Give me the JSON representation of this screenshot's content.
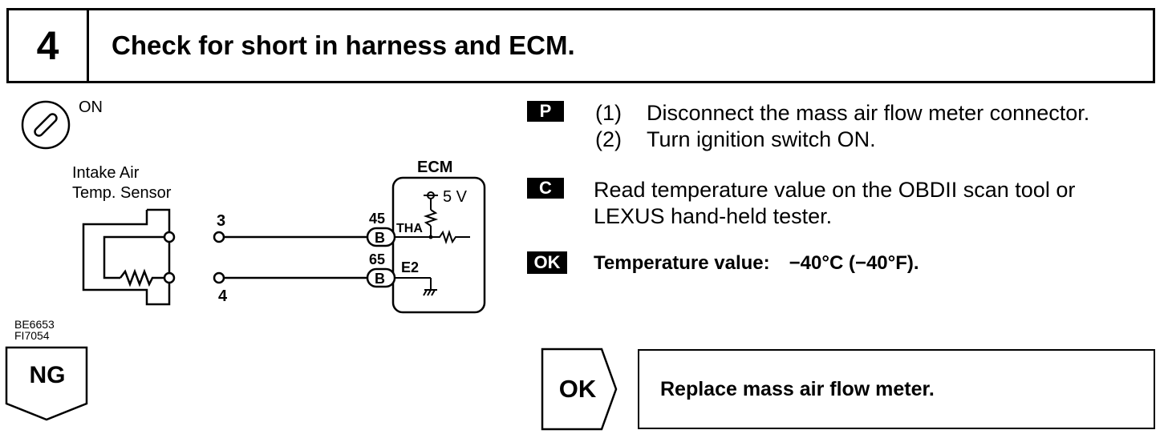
{
  "header": {
    "step_number": "4",
    "title": "Check for short in harness and ECM."
  },
  "diagram": {
    "ignition_label": "ON",
    "sensor_label_line1": "Intake Air",
    "sensor_label_line2": "Temp. Sensor",
    "ecm_label": "ECM",
    "voltage_label": "5 V",
    "pin_3": "3",
    "pin_4": "4",
    "ecm_pin_45": "45",
    "ecm_pin_65": "65",
    "connector_b1": "B",
    "connector_b2": "B",
    "tha_label": "THA",
    "e2_label": "E2",
    "figure_code_1": "BE6653",
    "figure_code_2": "FI7054"
  },
  "instructions": {
    "prep_tag": "P",
    "step1_num": "(1)",
    "step1_text": "Disconnect the mass air flow meter connector.",
    "step2_num": "(2)",
    "step2_text": "Turn ignition switch ON.",
    "check_tag": "C",
    "check_line1": "Read temperature value on the OBDII scan tool or",
    "check_line2": "LEXUS hand-held tester.",
    "ok_tag": "OK",
    "ok_label": "Temperature value:",
    "ok_value": "−40°C (−40°F)."
  },
  "flow": {
    "ng_label": "NG",
    "ok_label": "OK",
    "ok_result": "Replace mass air flow meter."
  }
}
